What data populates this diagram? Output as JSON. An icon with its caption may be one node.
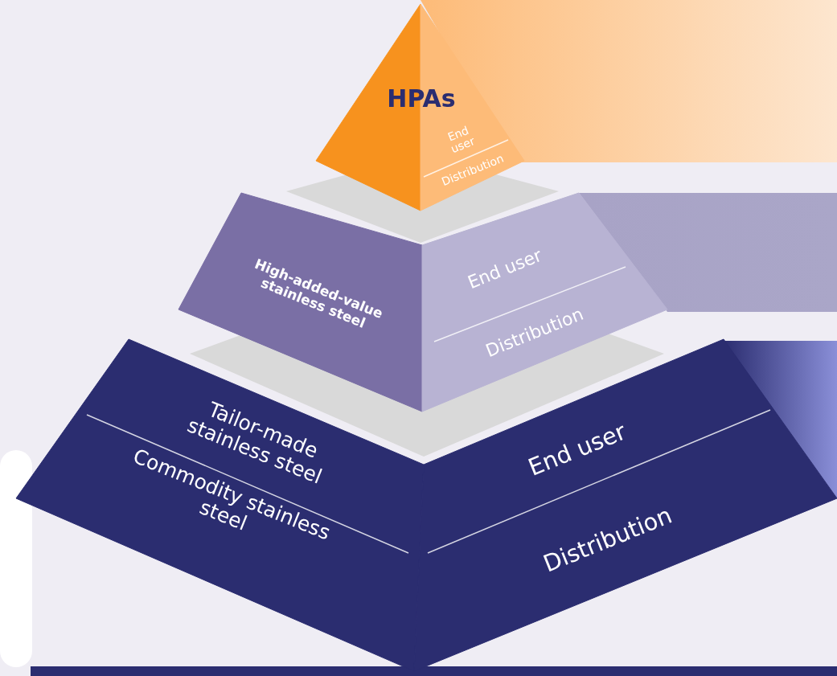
{
  "diagram": {
    "nodes": [
      {
        "text": [
          "HPAs",
          "End user",
          "Distribution"
        ]
      },
      {
        "text": [
          "High-added-value stainless steel",
          "End user",
          "Distribution"
        ]
      },
      {
        "text": [
          "Tailor-made stainless steel",
          "Commodity stainless steel",
          "End user",
          "Distribution"
        ]
      }
    ]
  }
}
